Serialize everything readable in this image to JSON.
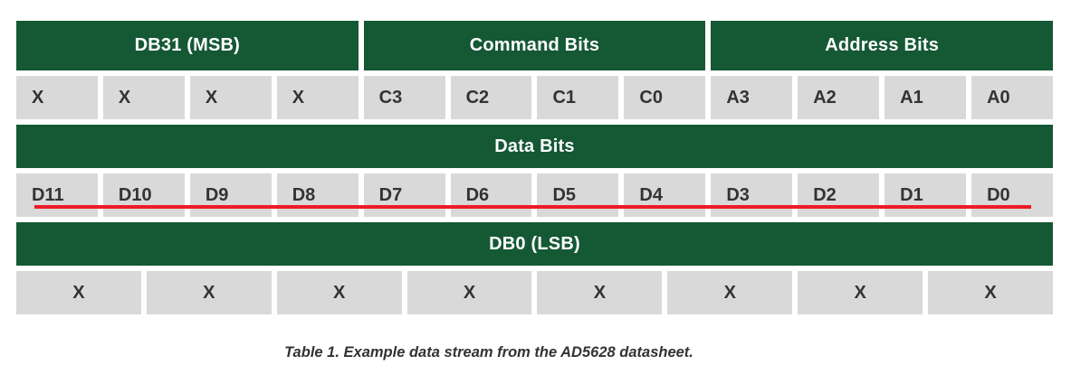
{
  "table": {
    "group_headers": {
      "db31": "DB31 (MSB)",
      "command": "Command Bits",
      "address": "Address Bits"
    },
    "bit_row_top": [
      "X",
      "X",
      "X",
      "X",
      "C3",
      "C2",
      "C1",
      "C0",
      "A3",
      "A2",
      "A1",
      "A0"
    ],
    "data_bits_header": "Data Bits",
    "data_bit_row": [
      "D11",
      "D10",
      "D9",
      "D8",
      "D7",
      "D6",
      "D5",
      "D4",
      "D3",
      "D2",
      "D1",
      "D0"
    ],
    "db0_header": "DB0 (LSB)",
    "bit_row_bottom": [
      "X",
      "X",
      "X",
      "X",
      "X",
      "X",
      "X",
      "X"
    ]
  },
  "annotation": {
    "type": "red-underline-under-data-bit-row"
  },
  "caption": "Table 1. Example data stream from the AD5628 datasheet.",
  "colors": {
    "header_bg": "#155834",
    "header_text": "#ffffff",
    "cell_bg": "#d9d9d9",
    "cell_text": "#333333",
    "underline_red": "#ee1c25",
    "page_bg": "#ffffff"
  }
}
